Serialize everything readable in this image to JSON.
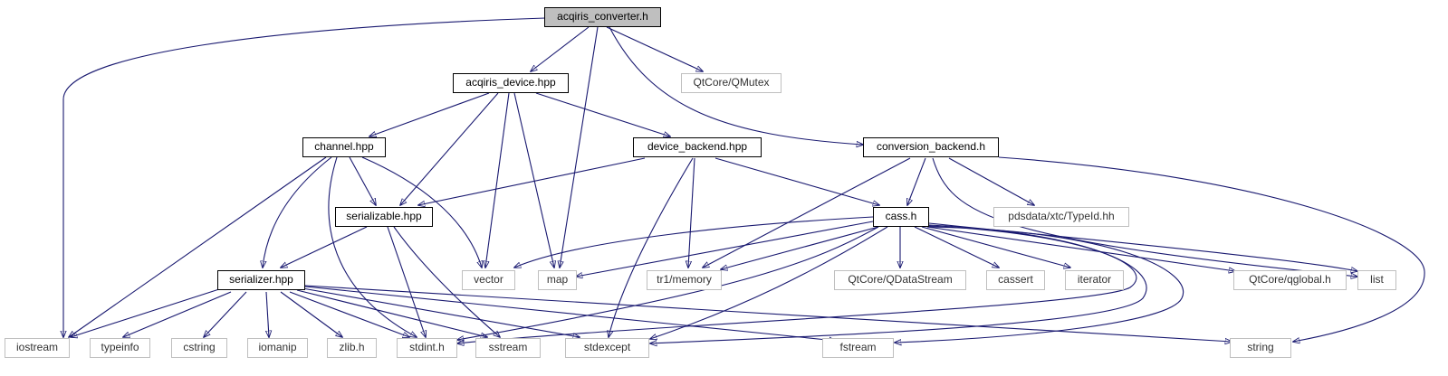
{
  "colors": {
    "edge": "#191970",
    "local_border": "#000000",
    "external_border": "#bfbfbf",
    "root_fill": "#bfbfbf"
  },
  "nodes": {
    "acqiris_converter_h": "acqiris_converter.h",
    "acqiris_device_hpp": "acqiris_device.hpp",
    "qtcore_qmutex": "QtCore/QMutex",
    "channel_hpp": "channel.hpp",
    "device_backend_hpp": "device_backend.hpp",
    "conversion_backend_h": "conversion_backend.h",
    "serializable_hpp": "serializable.hpp",
    "cass_h": "cass.h",
    "pdsdata_typeid_hh": "pdsdata/xtc/TypeId.hh",
    "serializer_hpp": "serializer.hpp",
    "vector": "vector",
    "map": "map",
    "tr1_memory": "tr1/memory",
    "qtcore_qdatastream": "QtCore/QDataStream",
    "cassert": "cassert",
    "iterator": "iterator",
    "qtcore_qglobal_h": "QtCore/qglobal.h",
    "list": "list",
    "iostream": "iostream",
    "typeinfo": "typeinfo",
    "cstring": "cstring",
    "iomanip": "iomanip",
    "zlib_h": "zlib.h",
    "stdint_h": "stdint.h",
    "sstream": "sstream",
    "stdexcept": "stdexcept",
    "fstream": "fstream",
    "string": "string"
  }
}
